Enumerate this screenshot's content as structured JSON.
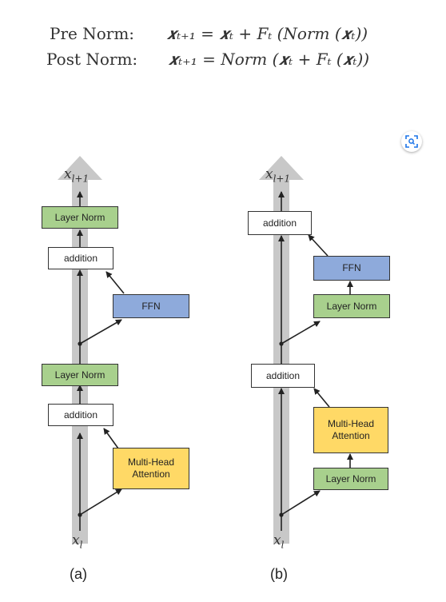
{
  "formulas": {
    "pre": {
      "label": "Pre Norm:",
      "expression": "x_{t+1} = x_t + F_t (Norm (x_t))",
      "display": "𝒙ₜ₊₁ = 𝒙ₜ + Fₜ (Norm (𝒙ₜ))"
    },
    "post": {
      "label": "Post Norm:",
      "expression": "x_{t+1} = Norm (x_t + F_t (x_t))",
      "display": "𝒙ₜ₊₁ = Norm (𝒙ₜ + Fₜ (𝒙ₜ))"
    }
  },
  "panel_a": {
    "label": "(a)",
    "output_var": "x",
    "output_sub": "l+1",
    "input_var": "x",
    "input_sub": "l",
    "blocks": {
      "layer_norm_top": "Layer Norm",
      "addition_top": "addition",
      "ffn": "FFN",
      "layer_norm_mid": "Layer Norm",
      "addition_bottom": "addition",
      "attention_line1": "Multi-Head",
      "attention_line2": "Attention"
    }
  },
  "panel_b": {
    "label": "(b)",
    "output_var": "x",
    "output_sub": "l+1",
    "input_var": "x",
    "input_sub": "l",
    "blocks": {
      "addition_top": "addition",
      "ffn": "FFN",
      "layer_norm_ffn": "Layer Norm",
      "addition_bottom": "addition",
      "attention_line1": "Multi-Head",
      "attention_line2": "Attention",
      "layer_norm_attention": "Layer Norm"
    }
  },
  "colors": {
    "green": "#a8d08d",
    "blue": "#8eaadb",
    "yellow": "#ffd966",
    "gray_arrow": "#c8c8c8",
    "line": "#222222"
  },
  "icons": {
    "zoom": "zoom-lens-icon"
  }
}
